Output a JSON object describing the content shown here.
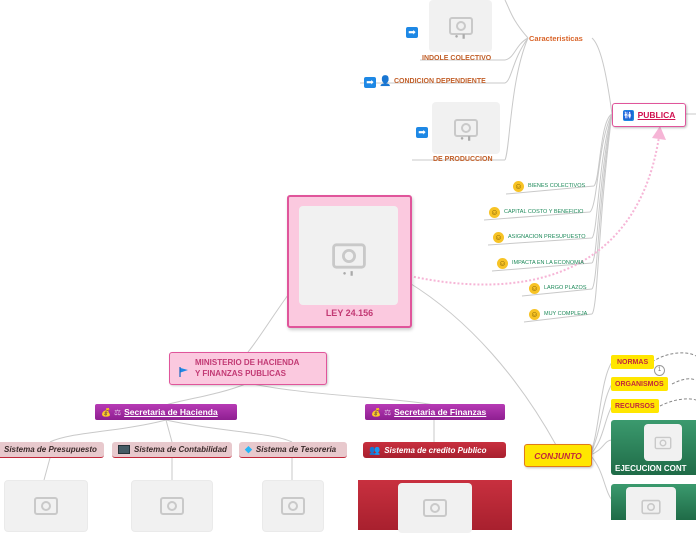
{
  "central": {
    "title": "LEY 24.156"
  },
  "ministerio": {
    "line1": "MINISTERIO DE HACIENDA",
    "line2": "Y FINANZAS PUBLICAS",
    "flag_icon": "flag-icon"
  },
  "secretarias": [
    {
      "label": "Secretaria de Hacienda",
      "icons": "money-bag-icon scales-icon"
    },
    {
      "label": "Secretaria de Finanzas",
      "icons": "money-bag-icon scales-icon"
    }
  ],
  "sistemas": [
    {
      "label": "Sistema de Presupuesto"
    },
    {
      "label": "Sistema de Contabilidad",
      "icon": "computer-icon"
    },
    {
      "label": "Sistema de Tesoreria",
      "icon": "diamond-icon"
    },
    {
      "label": "Sistema de credito Publico",
      "icon": "people-icon"
    }
  ],
  "conjunto": {
    "label": "CONJUNTO"
  },
  "publica": {
    "label": "PUBLICA",
    "icon": "restroom-icon"
  },
  "caracteristicas": {
    "label": "Caracteristicas"
  },
  "top_items": [
    {
      "label": "INDOLE COLECTIVO"
    },
    {
      "label": "CONDICION DEPENDIENTE"
    },
    {
      "label": "DE PRODUCCION"
    }
  ],
  "small_items": [
    "BIENES COLECTIVOS",
    "CAPITAL COSTO Y BENEFICIO",
    "ASIGNACION PRESUPUESTO",
    "IMPACTA EN LA ECONOMIA",
    "LARGO PLAZOS",
    "MUY COMPLEJA"
  ],
  "right_tags": [
    "NORMAS",
    "ORGANISMOS",
    "RECURSOS"
  ],
  "right_badge": "1",
  "ejecucion": {
    "label": "EJECUCION CONT"
  },
  "colors": {
    "pink_border": "#e0559b",
    "pink_fill": "#fbc9df",
    "purple": "#9c2a9e",
    "red": "#c2283b",
    "green": "#2e7d59",
    "orange_label": "#d9652a",
    "yellow": "#ffe600"
  }
}
